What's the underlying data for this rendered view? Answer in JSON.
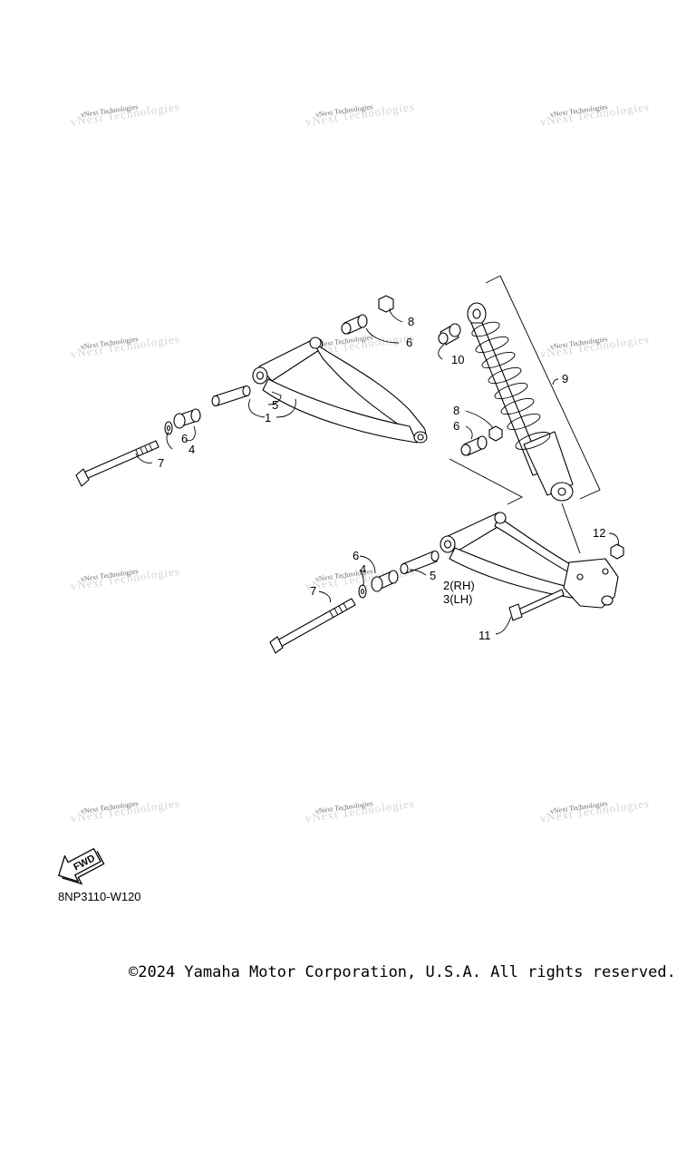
{
  "diagram": {
    "callouts": {
      "c1": "1",
      "c2": "2(RH)",
      "c3": "3(LH)",
      "c4a": "4",
      "c4b": "4",
      "c5a": "5",
      "c5b": "5",
      "c6a": "6",
      "c6b": "6",
      "c6c": "6",
      "c6d": "6",
      "c7a": "7",
      "c7b": "7",
      "c8a": "8",
      "c8b": "8",
      "c9": "9",
      "c10": "10",
      "c11": "11",
      "c12": "12"
    },
    "forward_arrow_label": "FWD",
    "diagram_code": "8NP3110-W120"
  },
  "watermark": {
    "text": "vNext Technologies"
  },
  "footer": {
    "copyright": "©2024 Yamaha Motor Corporation, U.S.A. All rights reserved."
  }
}
